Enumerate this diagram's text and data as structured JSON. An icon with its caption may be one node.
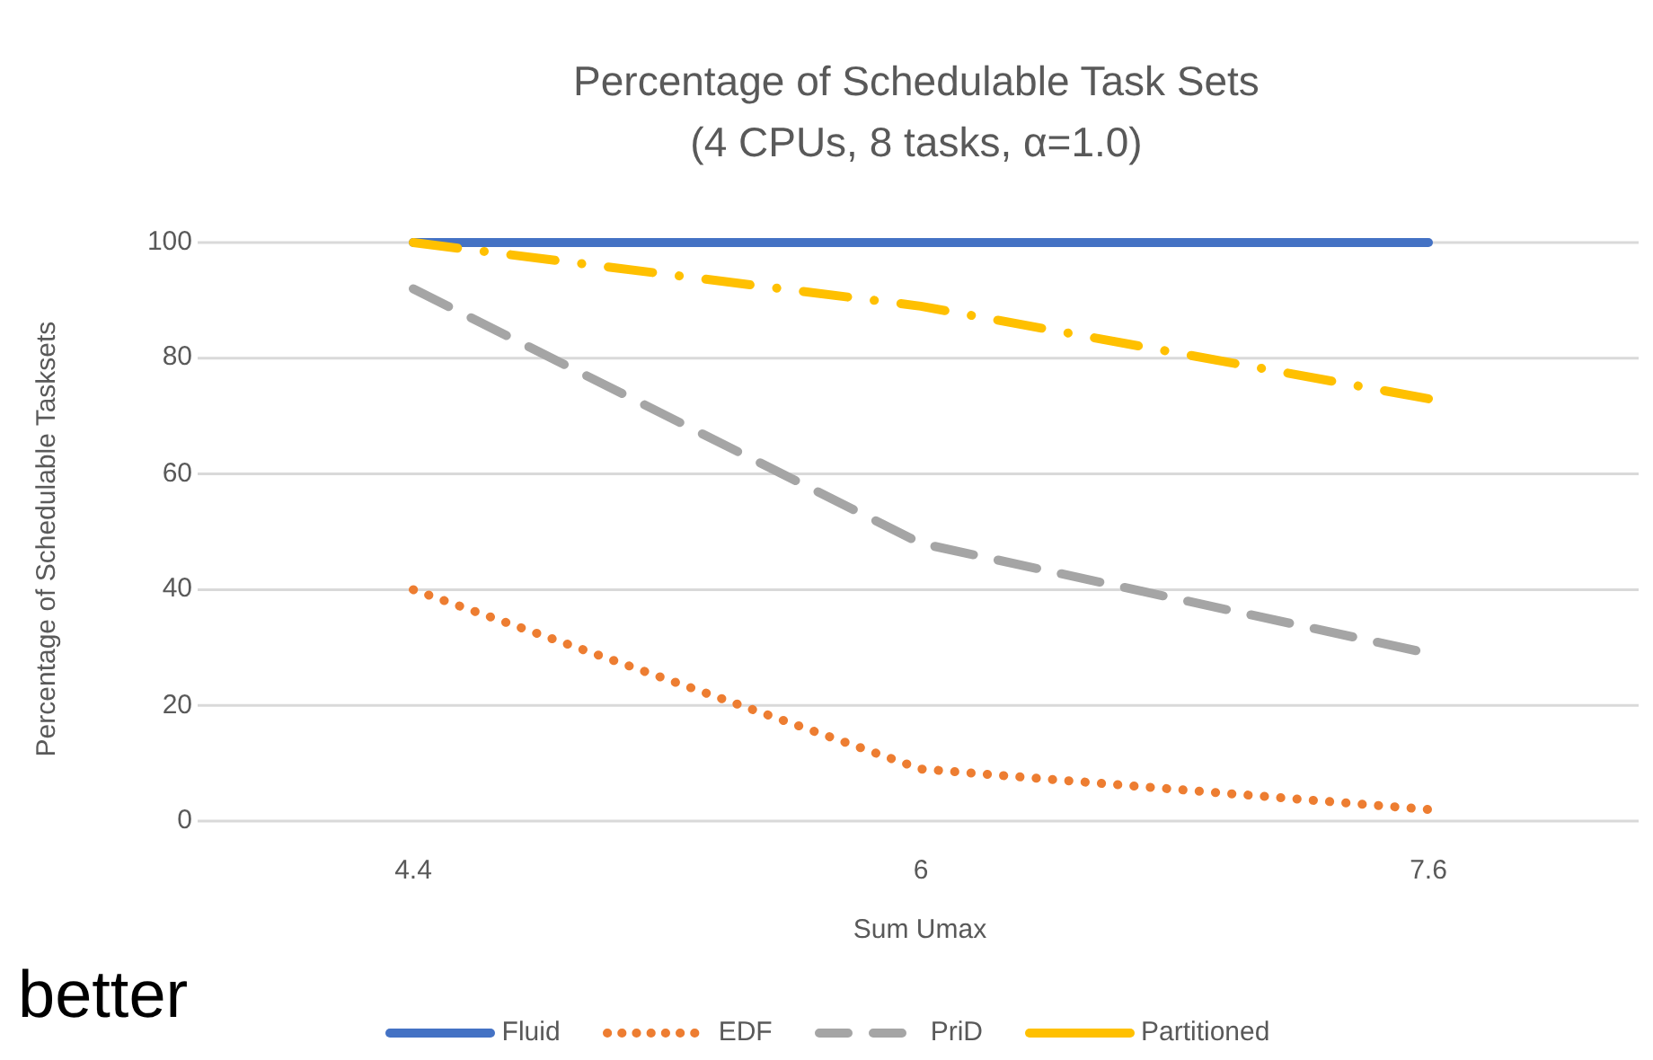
{
  "diagram": {
    "labels": [
      "better"
    ],
    "chart_data": {
      "type": "line",
      "title": "Percentage of Schedulable Task Sets (4 CPUs, 8 tasks, α=1.0)",
      "xlabel": "Sum Umax",
      "ylabel": "Percentage of Schedulable Tasksets",
      "categories": [
        "4.4",
        "6",
        "7.6"
      ],
      "ylim": [
        0,
        100
      ],
      "yticks": [
        0,
        20,
        40,
        60,
        80,
        100
      ],
      "grid": true,
      "legend": true,
      "series": [
        {
          "name": "Fluid",
          "color": "#4472c4",
          "line_style": "solid",
          "values": [
            100,
            100,
            100
          ]
        },
        {
          "name": "EDF",
          "color": "#ed7d31",
          "line_style": "dotted",
          "values": [
            40,
            9,
            2
          ]
        },
        {
          "name": "PriD",
          "color": "#a5a5a5",
          "line_style": "dashed",
          "values": [
            92,
            48,
            29
          ]
        },
        {
          "name": "Partitioned",
          "color": "#ffc000",
          "line_style": "dashdot",
          "values": [
            100,
            89,
            73
          ]
        }
      ]
    }
  }
}
